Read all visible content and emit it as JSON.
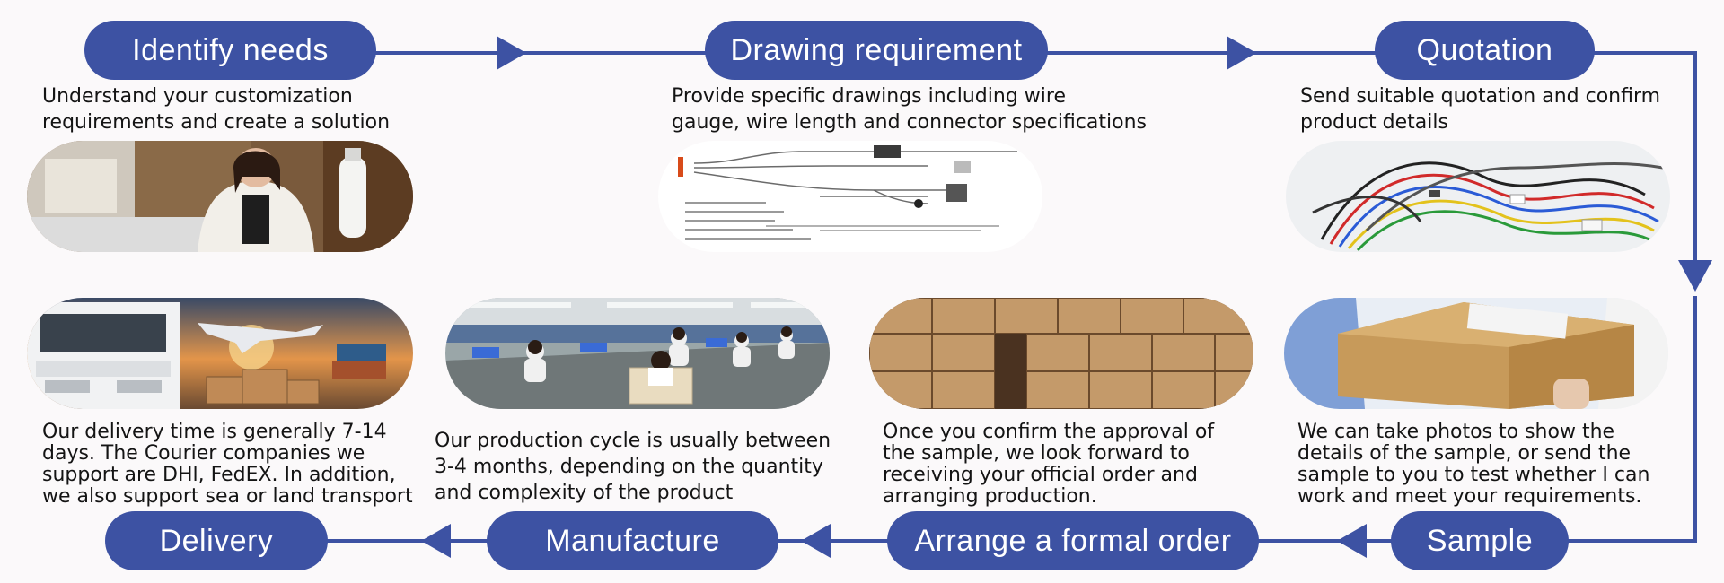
{
  "accent": "#3d52a3",
  "steps": [
    {
      "label": "Identify needs",
      "description": "Understand your customization\nrequirements and create a solution",
      "icon": "businesswoman-phone-photo"
    },
    {
      "label": "Drawing requirement",
      "description": "Provide specific drawings including wire\ngauge, wire length and connector specifications",
      "icon": "wiring-drawing-photo"
    },
    {
      "label": "Quotation",
      "description": "Send suitable quotation and confirm\nproduct details",
      "icon": "wire-harness-photo"
    },
    {
      "label": "Sample",
      "description": "We can take photos to show the\ndetails of the sample, or send the\nsample to you to test whether I can\nwork and meet your requirements.",
      "icon": "parcel-box-photo"
    },
    {
      "label": "Arrange a formal order",
      "description": "Once you confirm the approval of\nthe sample, we look forward to\nreceiving your official order and\narranging production.",
      "icon": "carton-stacks-photo"
    },
    {
      "label": "Manufacture",
      "description": "Our production cycle is usually between\n3-4 months, depending on the quantity\n and complexity of the product",
      "icon": "factory-workers-photo"
    },
    {
      "label": "Delivery",
      "description": "Our delivery time is generally 7-14\ndays. The Courier companies we\nsupport are DHl, FedEX. In addition,\nwe also support sea or land transport",
      "icon": "truck-plane-photo"
    }
  ]
}
